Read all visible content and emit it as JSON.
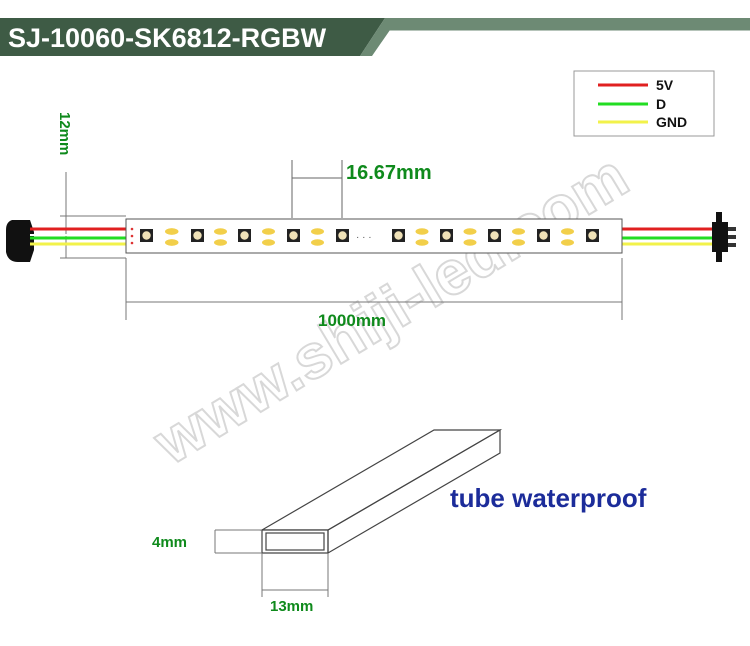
{
  "title": "SJ-10060-SK6812-RGBW",
  "legend": [
    {
      "label": "5V",
      "color": "#e02020"
    },
    {
      "label": "D",
      "color": "#22dd22"
    },
    {
      "label": "GND",
      "color": "#f2f24a"
    }
  ],
  "strip": {
    "width_label": "12mm",
    "pitch_label": "16.67mm",
    "length_label": "1000mm",
    "gap_marker": "· · ·"
  },
  "tube": {
    "caption": "tube waterproof",
    "height_label": "4mm",
    "width_label": "13mm"
  },
  "watermark": "www.shiji-led.com",
  "colors": {
    "banner_dark": "#3e5b45",
    "banner_light": "#5f7d66",
    "dimension_text": "#0f8a1c",
    "caption_text": "#1c2c9a",
    "strip_pad": "#f2cf4a"
  }
}
